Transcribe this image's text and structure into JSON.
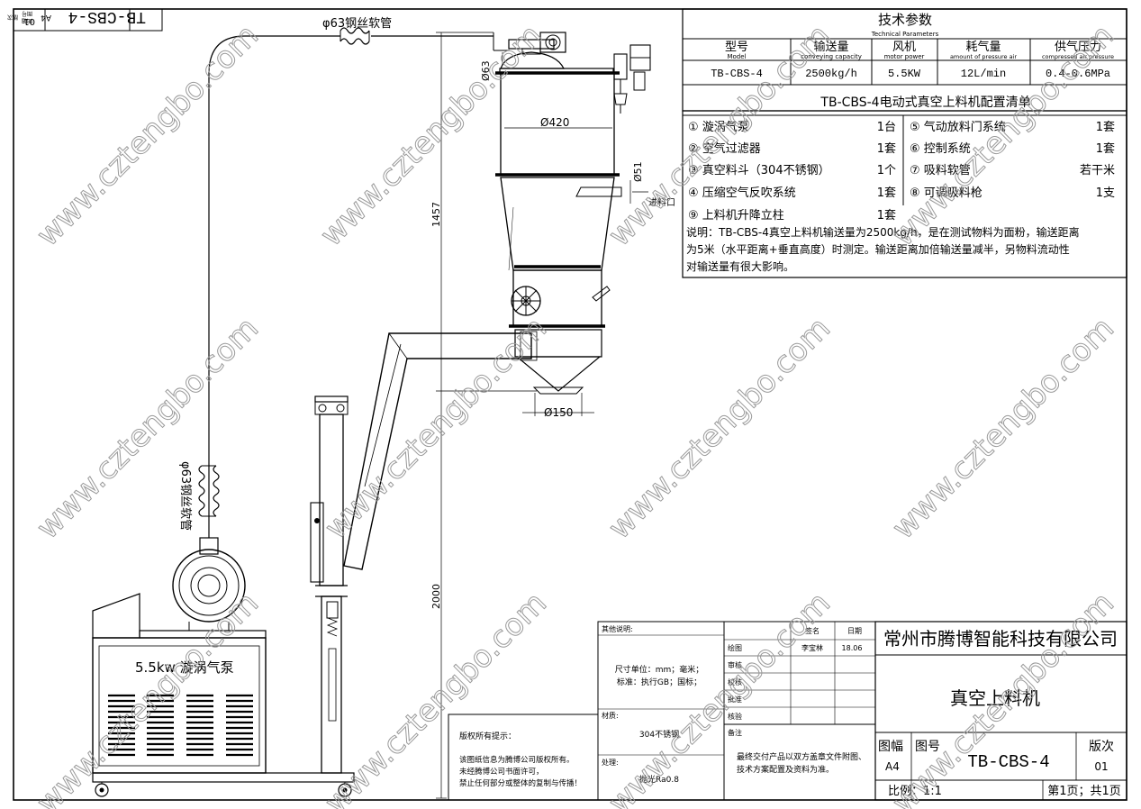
{
  "title_corner": {
    "drawing_no": "TB-CBS-4",
    "size": "A4",
    "version": "01",
    "label_size": "图幅",
    "label_no": "图号",
    "label_version": "版次"
  },
  "hoses": {
    "top_label": "φ63钢丝软管",
    "left_label": "φ63钢丝软管"
  },
  "dimensions": {
    "d63": "Ø63",
    "d420": "Ø420",
    "d51": "Ø51",
    "d150": "Ø150",
    "h1457": "1457",
    "h2000": "2000",
    "inlet": "进料口"
  },
  "pump_label": "5.5kw 漩涡气泵",
  "tech": {
    "title": "技术参数",
    "title_en": "Technical Parameters",
    "headers": [
      {
        "cn": "型号",
        "en": "Model"
      },
      {
        "cn": "输送量",
        "en": "conveying capacity"
      },
      {
        "cn": "风机",
        "en": "motor power"
      },
      {
        "cn": "耗气量",
        "en": "amount of pressure air"
      },
      {
        "cn": "供气压力",
        "en": "compressed air pressure"
      }
    ],
    "values": [
      "TB-CBS-4",
      "2500kg/h",
      "5.5KW",
      "12L/min",
      "0.4-0.6MPa"
    ]
  },
  "config": {
    "title": "TB-CBS-4电动式真空上料机配置清单",
    "left": [
      {
        "name": "① 漩涡气泵",
        "qty": "1台"
      },
      {
        "name": "② 空气过滤器",
        "qty": "1套"
      },
      {
        "name": "③ 真空料斗（304不锈钢）",
        "qty": "1个"
      },
      {
        "name": "④ 压缩空气反吹系统",
        "qty": "1套"
      },
      {
        "name": "⑨ 上料机升降立柱",
        "qty": "1套"
      }
    ],
    "right": [
      {
        "name": "⑤ 气动放料门系统",
        "qty": "1套"
      },
      {
        "name": "⑥ 控制系统",
        "qty": "1套"
      },
      {
        "name": "⑦ 吸料软管",
        "qty": "若干米"
      },
      {
        "name": "⑧ 可调吸料枪",
        "qty": "1支"
      }
    ],
    "notes": [
      "说明：TB-CBS-4真空上料机输送量为2500kg/h，是在测试物料为面粉，输送距离",
      "为5米（水平距离+垂直高度）时测定。输送距离加倍输送量减半，另物料流动性",
      "对输送量有很大影响。"
    ]
  },
  "titleblock": {
    "other_label": "其他说明:",
    "sign_label": "签名",
    "date_label": "日期",
    "rows": [
      "绘图",
      "审核",
      "校核",
      "批准",
      "核验",
      "备注"
    ],
    "drawer": "李宝林",
    "date": "18.06",
    "units_line1": "尺寸单位：mm；毫米；",
    "units_line2": "标准：执行GB；国标；",
    "material_label": "材质:",
    "material": "304不锈钢",
    "treatment_label": "处理:",
    "treatment": "抛光Ra0.8",
    "copyright_title": "版权所有提示：",
    "copyright_lines": [
      "该图纸信息为腾博公司版权所有。",
      "未经腾博公司书面许可，",
      "禁止任何部分或整体的复制与传播！"
    ],
    "remark_lines": [
      "最终交付产品以双方盖章文件附图、",
      "技术方案配置及资料为准。"
    ],
    "company": "常州市腾博智能科技有限公司",
    "product": "真空上料机",
    "drawing_no": "TB-CBS-4",
    "size": "A4",
    "version": "01",
    "label_size": "图幅",
    "label_no": "图号",
    "label_version": "版次",
    "scale": "比例：1:1",
    "pages": "第1页；共1页"
  },
  "watermark": "www.cztengbo.com"
}
